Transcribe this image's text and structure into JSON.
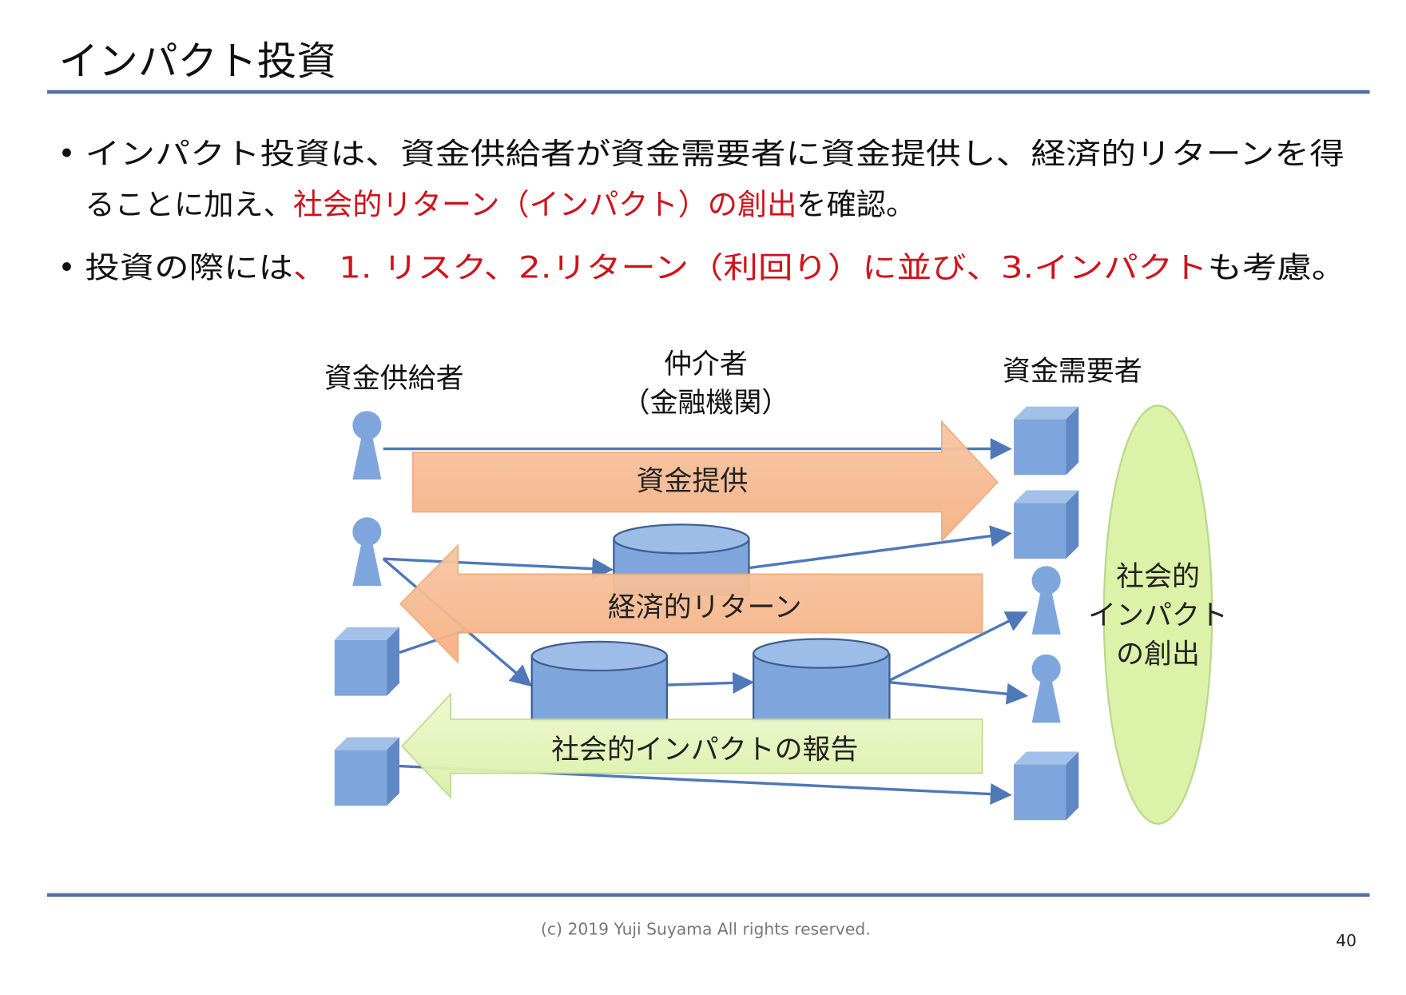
{
  "slide": {
    "title": "インパクト投資",
    "bullets": [
      {
        "line1": "インパクト投資は、資金供給者が資金需要者に資金提供し、経済的リターンを得",
        "line2_prefix": "ることに加え、",
        "line2_highlight": "社会的リターン（インパクト）の創出",
        "line2_suffix": "を確認。"
      },
      {
        "prefix": "投資の際には",
        "highlight": "、 1. リスク、2.リターン（利回り）に並び、3.インパクト",
        "suffix": "も考慮。"
      }
    ],
    "bullet_char": "•",
    "highlight_color": "#d0121b",
    "rule_color": "#4f6fa0"
  },
  "diagram": {
    "supplier_label": "資金供給者",
    "intermediary_label": "仲介者",
    "intermediary_sub": "（金融機関）",
    "demander_label": "資金需要者",
    "arrow_funding": "資金提供",
    "arrow_return": "経済的リターン",
    "arrow_report": "社会的インパクトの報告",
    "impact_line1": "社会的",
    "impact_line2": "インパクト",
    "impact_line3": "の創出"
  },
  "footer": {
    "copyright": "(c) 2019 Yuji Suyama All rights reserved.",
    "page_number": "40"
  }
}
